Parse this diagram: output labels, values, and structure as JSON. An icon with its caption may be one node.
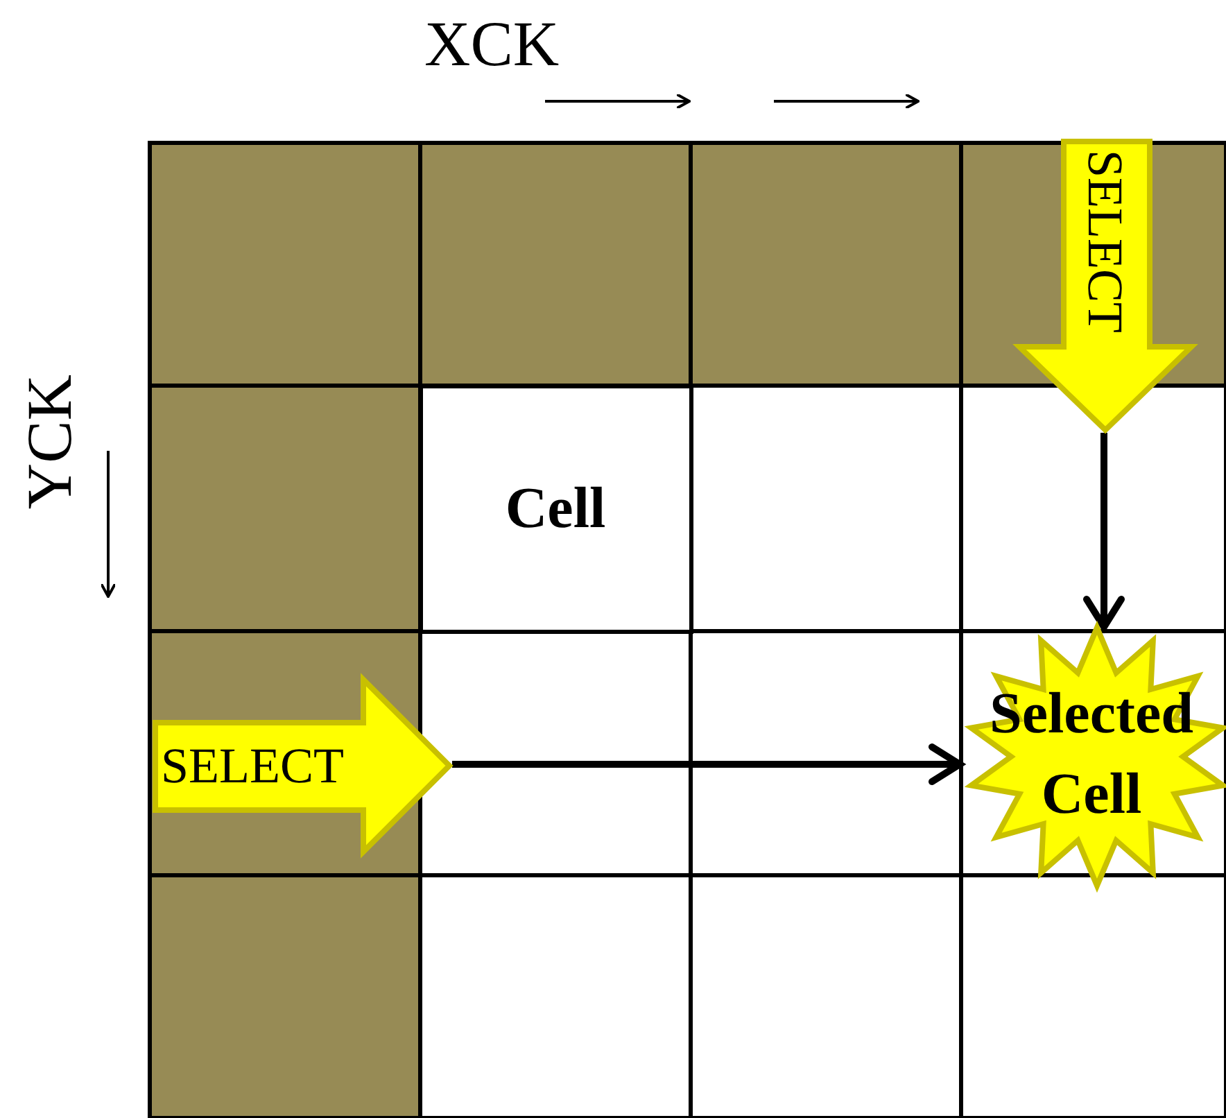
{
  "diagram": {
    "nodes": [
      {
        "text": [
          "SELECT"
        ]
      },
      {
        "text": [
          "Cell"
        ]
      },
      {
        "text": [
          "SELECT"
        ]
      },
      {
        "text": [
          "Selected Cell"
        ]
      }
    ],
    "edges": [
      {
        "from": 0,
        "to": 3,
        "arrow": "to"
      },
      {
        "from": 2,
        "to": 3,
        "arrow": "to"
      }
    ],
    "labels": [
      "XCK",
      "YCK"
    ]
  }
}
